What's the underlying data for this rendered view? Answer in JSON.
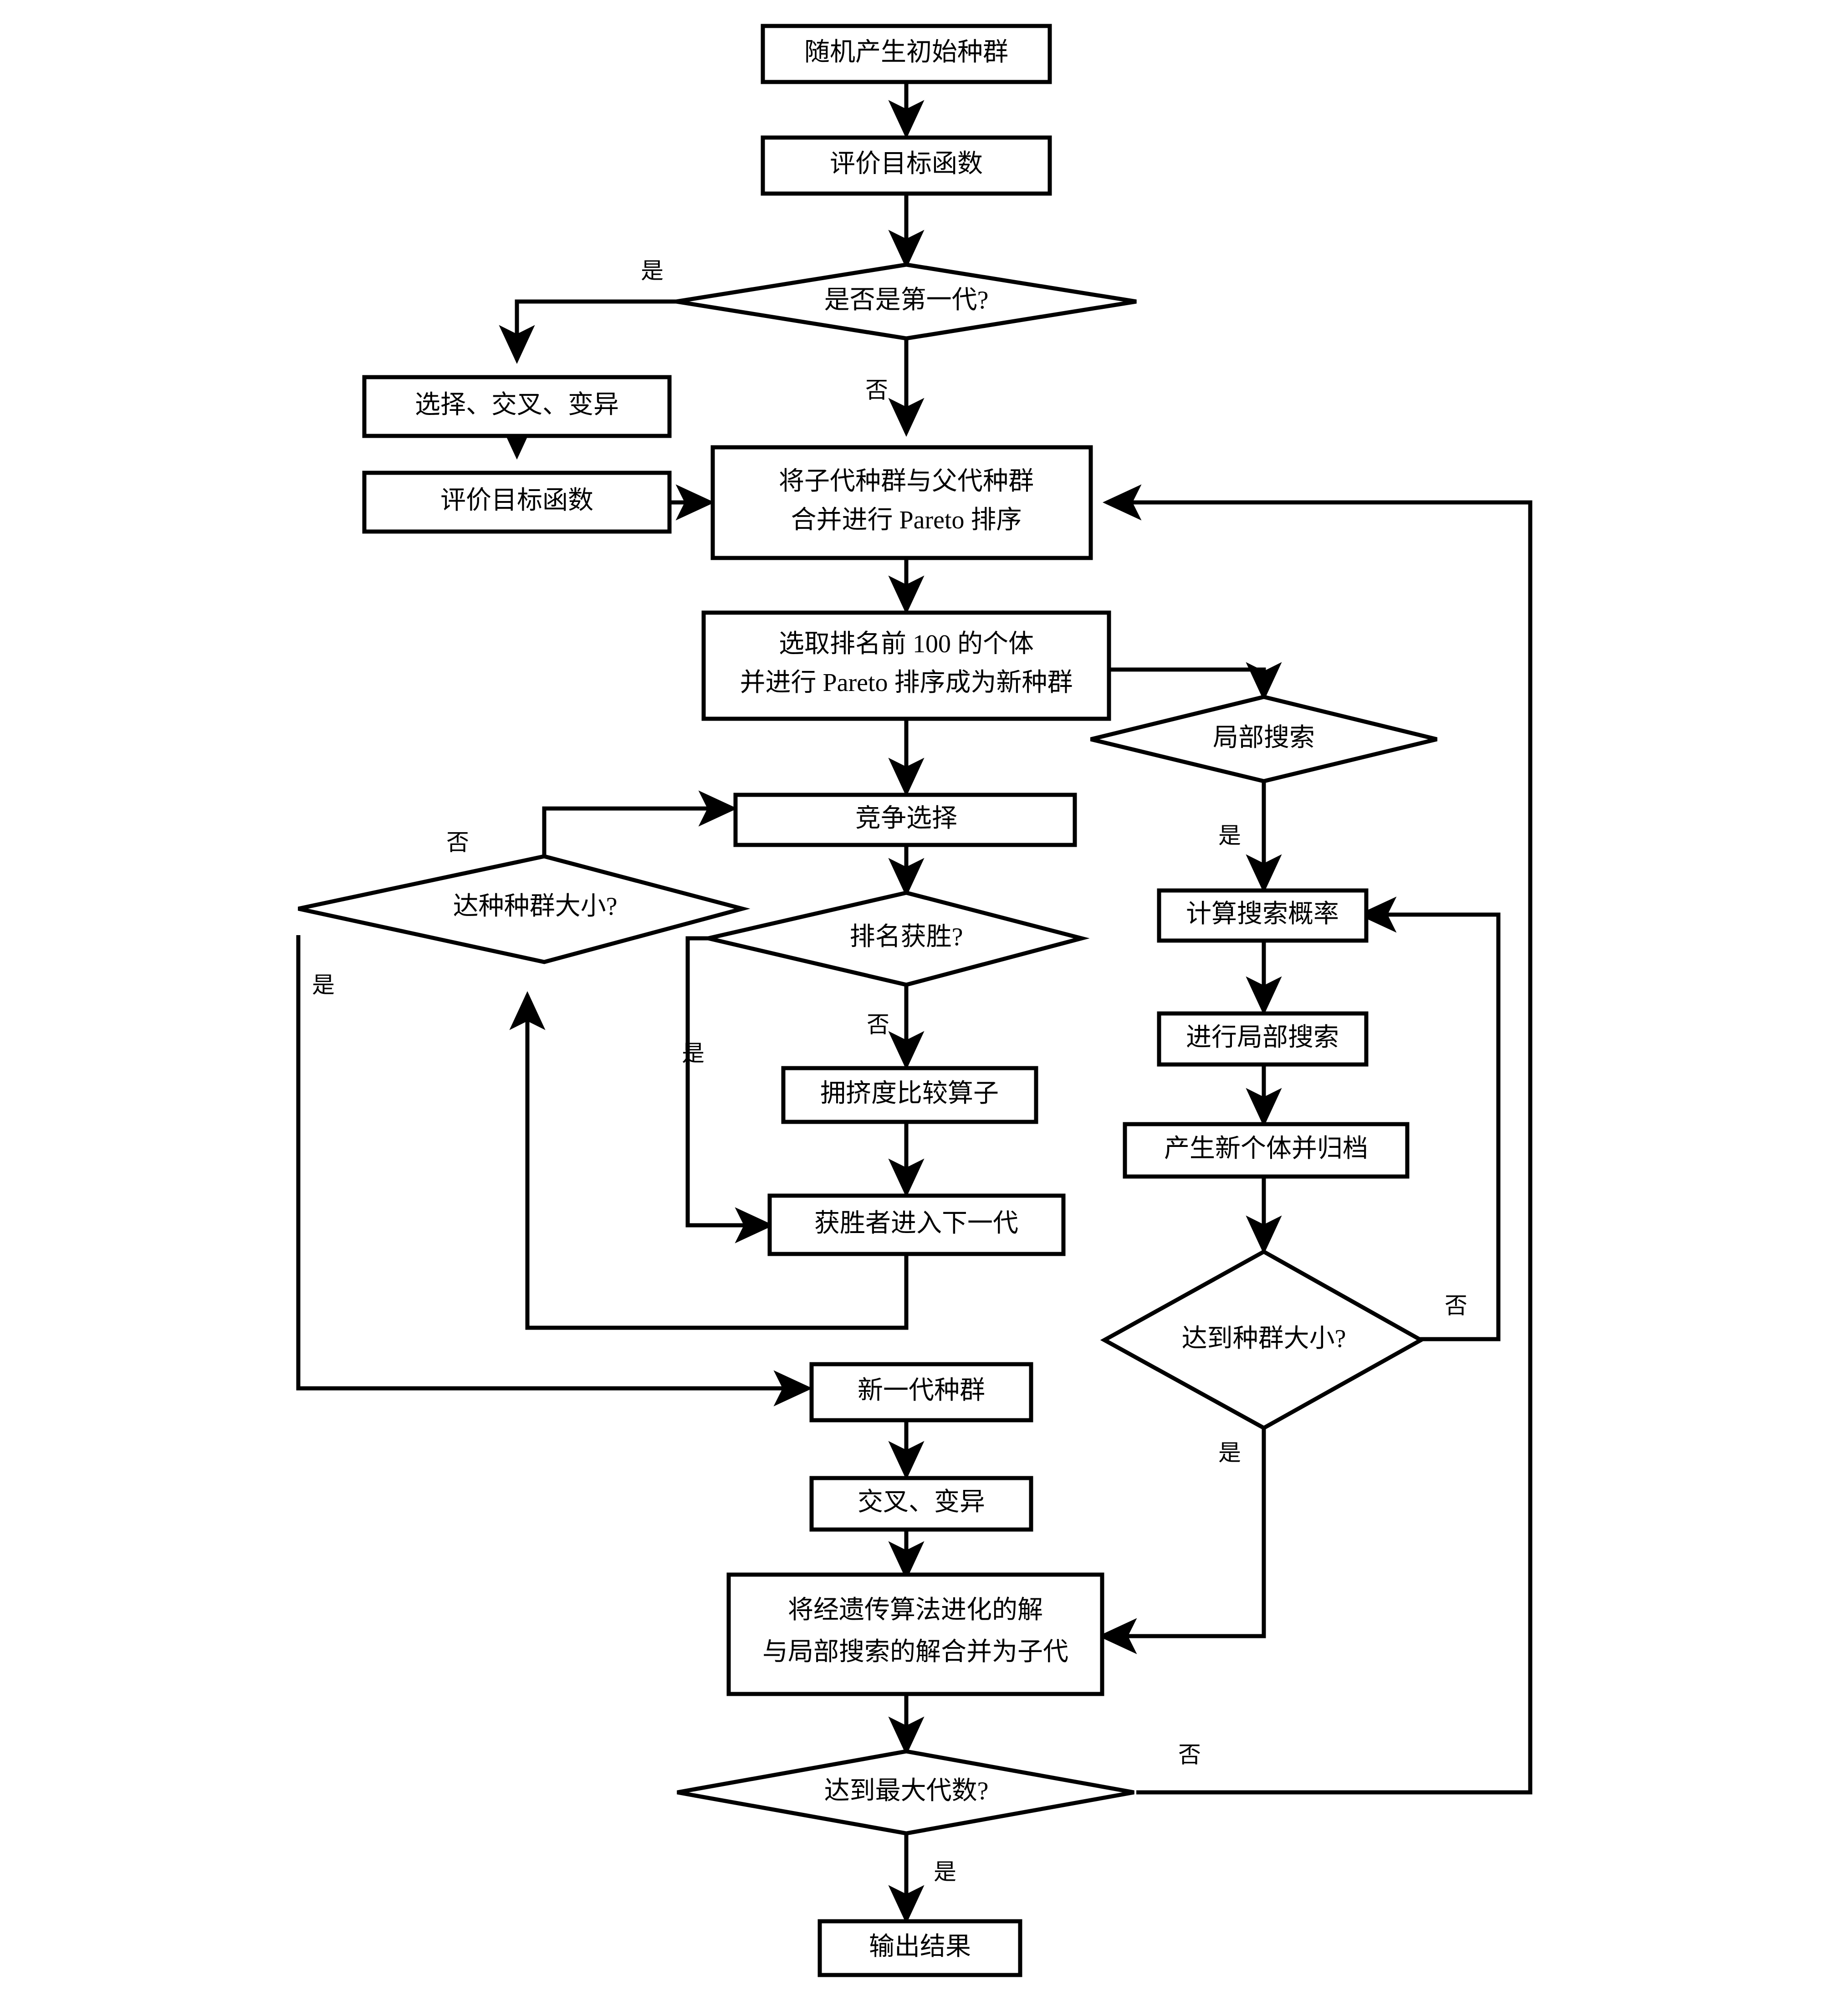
{
  "diagram": {
    "type": "flowchart",
    "title": "多目标遗传算法与局部搜索混合流程图",
    "language": "zh-CN",
    "background_color": "#ffffff",
    "line_color": "#000000",
    "nodes": [
      {
        "id": "init_population",
        "shape": "rect",
        "text": "随机产生初始种群"
      },
      {
        "id": "evaluate_objective_1",
        "shape": "rect",
        "text": "评价目标函数"
      },
      {
        "id": "is_first_gen",
        "shape": "diamond",
        "text": "是否是第一代?"
      },
      {
        "id": "select_cross_mutate",
        "shape": "rect",
        "text": "选择、交叉、变异"
      },
      {
        "id": "evaluate_objective_2",
        "shape": "rect",
        "text": "评价目标函数"
      },
      {
        "id": "merge_pareto_sort",
        "shape": "rect",
        "line1": "将子代种群与父代种群",
        "line2": "合并进行 Pareto 排序"
      },
      {
        "id": "select_top100",
        "shape": "rect",
        "line1": "选取排名前 100 的个体",
        "line2": "并进行 Pareto 排序成为新种群"
      },
      {
        "id": "local_search_check",
        "shape": "diamond",
        "text": "局部搜索"
      },
      {
        "id": "tournament_select",
        "shape": "rect",
        "text": "竞争选择"
      },
      {
        "id": "reach_pop_size_left",
        "shape": "diamond",
        "text": "达种种群大小?"
      },
      {
        "id": "rank_wins",
        "shape": "diamond",
        "text": "排名获胜?"
      },
      {
        "id": "compute_search_prob",
        "shape": "rect",
        "text": "计算搜索概率"
      },
      {
        "id": "crowding_operator",
        "shape": "rect",
        "text": "拥挤度比较算子"
      },
      {
        "id": "do_local_search",
        "shape": "rect",
        "text": "进行局部搜索"
      },
      {
        "id": "winner_next_gen",
        "shape": "rect",
        "text": "获胜者进入下一代"
      },
      {
        "id": "new_individual_archive",
        "shape": "rect",
        "text": "产生新个体并归档"
      },
      {
        "id": "reach_pop_size_right",
        "shape": "diamond",
        "text": "达到种群大小?"
      },
      {
        "id": "new_generation",
        "shape": "rect",
        "text": "新一代种群"
      },
      {
        "id": "cross_mutate",
        "shape": "rect",
        "text": "交叉、变异"
      },
      {
        "id": "merge_offspring",
        "shape": "rect",
        "line1": "将经遗传算法进化的解",
        "line2": "与局部搜索的解合并为子代"
      },
      {
        "id": "reach_max_gen",
        "shape": "diamond",
        "text": "达到最大代数?"
      },
      {
        "id": "output_result",
        "shape": "rect",
        "text": "输出结果"
      }
    ],
    "edge_labels": {
      "first_gen_yes": "是",
      "first_gen_no": "否",
      "local_search_yes": "是",
      "reach_pop_left_no": "否",
      "reach_pop_left_yes": "是",
      "rank_wins_yes": "是",
      "rank_wins_no": "否",
      "reach_pop_right_no": "否",
      "reach_pop_right_yes": "是",
      "max_gen_no": "否",
      "max_gen_yes": "是"
    }
  }
}
